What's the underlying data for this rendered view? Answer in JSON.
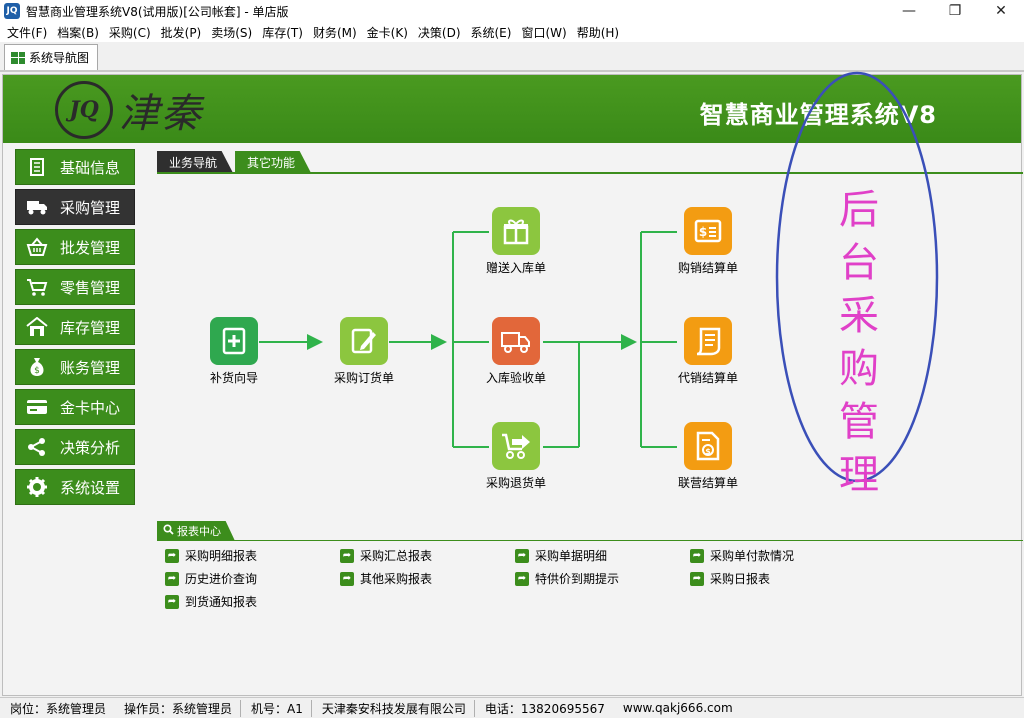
{
  "window": {
    "app_icon": "JQ",
    "title": "智慧商业管理系统V8(试用版)[公司帐套] - 单店版",
    "minimize": "—",
    "maximize": "❐",
    "close": "✕"
  },
  "menu": [
    "文件(F)",
    "档案(B)",
    "采购(C)",
    "批发(P)",
    "卖场(S)",
    "库存(T)",
    "财务(M)",
    "金卡(K)",
    "决策(D)",
    "系统(E)",
    "窗口(W)",
    "帮助(H)"
  ],
  "doc_tab": "系统导航图",
  "banner": {
    "logo_mark": "JQ",
    "logo_text": "津秦",
    "title": "智慧商业管理系统V8"
  },
  "sidebar": [
    {
      "label": "基础信息",
      "icon": "book-icon"
    },
    {
      "label": "采购管理",
      "icon": "truck-icon"
    },
    {
      "label": "批发管理",
      "icon": "basket-icon"
    },
    {
      "label": "零售管理",
      "icon": "cart-icon"
    },
    {
      "label": "库存管理",
      "icon": "warehouse-icon"
    },
    {
      "label": "账务管理",
      "icon": "moneybag-icon"
    },
    {
      "label": "金卡中心",
      "icon": "card-icon"
    },
    {
      "label": "决策分析",
      "icon": "share-icon"
    },
    {
      "label": "系统设置",
      "icon": "gear-icon"
    }
  ],
  "panel_tabs": [
    "业务导航",
    "其它功能"
  ],
  "flow_nodes": {
    "restock": "补货向导",
    "purchase_order": "采购订货单",
    "gift_in": "赠送入库单",
    "receive": "入库验收单",
    "return": "采购退货单",
    "settle_purchase": "购销结算单",
    "settle_consign": "代销结算单",
    "settle_joint": "联营结算单"
  },
  "annotation": [
    "后",
    "台",
    "采",
    "购",
    "管",
    "理"
  ],
  "report_center": {
    "title": "报表中心",
    "items": [
      "采购明细报表",
      "采购汇总报表",
      "采购单据明细",
      "采购单付款情况",
      "历史进价查询",
      "其他采购报表",
      "特供价到期提示",
      "采购日报表",
      "到货通知报表"
    ]
  },
  "status": {
    "post": "岗位：系统管理员",
    "operator": "操作员：系统管理员",
    "machine": "机号：A1",
    "company": "天津秦安科技发展有限公司",
    "phone": "电话：13820695567",
    "website": "www.qakj666.com"
  },
  "colors": {
    "brand_green": "#3c8d1c",
    "active_dark": "#333333",
    "node_green": "#8cc63f",
    "node_orange": "#f39c12",
    "node_red": "#e2673a",
    "annotation": "#e040c8",
    "ellipse": "#3a4fb8"
  }
}
